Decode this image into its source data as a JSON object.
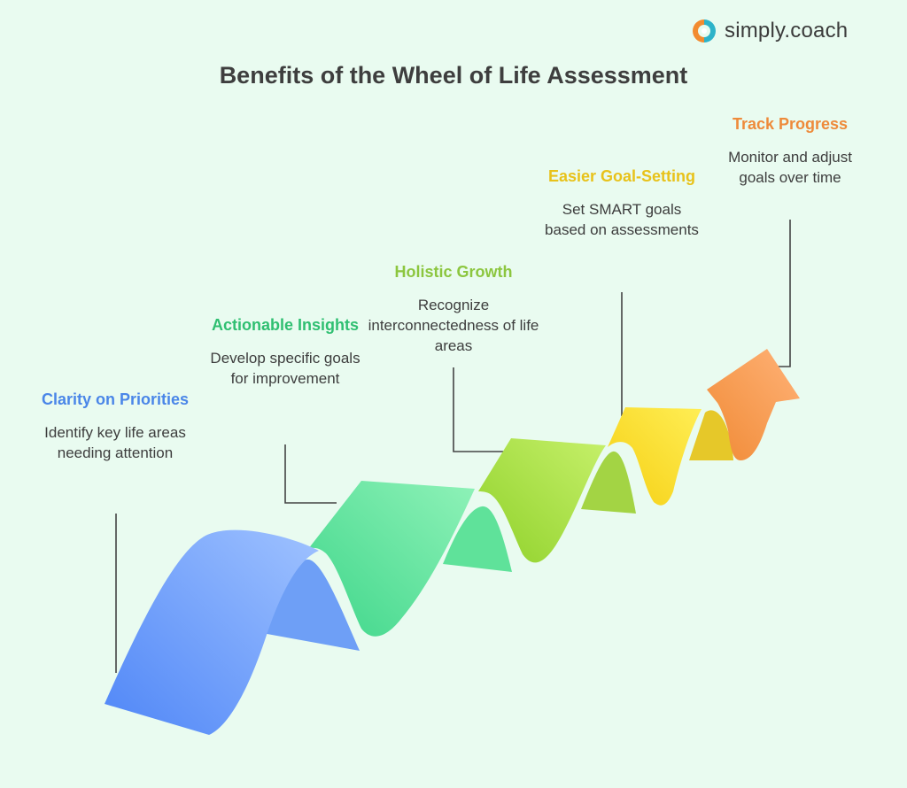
{
  "brand": {
    "name": "simply.coach",
    "logo_icon": "simply-coach-logo-icon"
  },
  "title": "Benefits of the Wheel of Life Assessment",
  "stages": [
    {
      "title": "Clarity on Priorities",
      "description": "Identify key life areas needing attention",
      "color": "#4a86e8"
    },
    {
      "title": "Actionable Insights",
      "description": "Develop specific goals for improvement",
      "color": "#2fbf71"
    },
    {
      "title": "Holistic Growth",
      "description": "Recognize interconnectedness of life areas",
      "color": "#8cc63f"
    },
    {
      "title": "Easier Goal-Setting",
      "description": "Set SMART goals based on assessments",
      "color": "#e8c21a"
    },
    {
      "title": "Track Progress",
      "description": "Monitor and adjust goals over time",
      "color": "#ee8a3a"
    }
  ]
}
